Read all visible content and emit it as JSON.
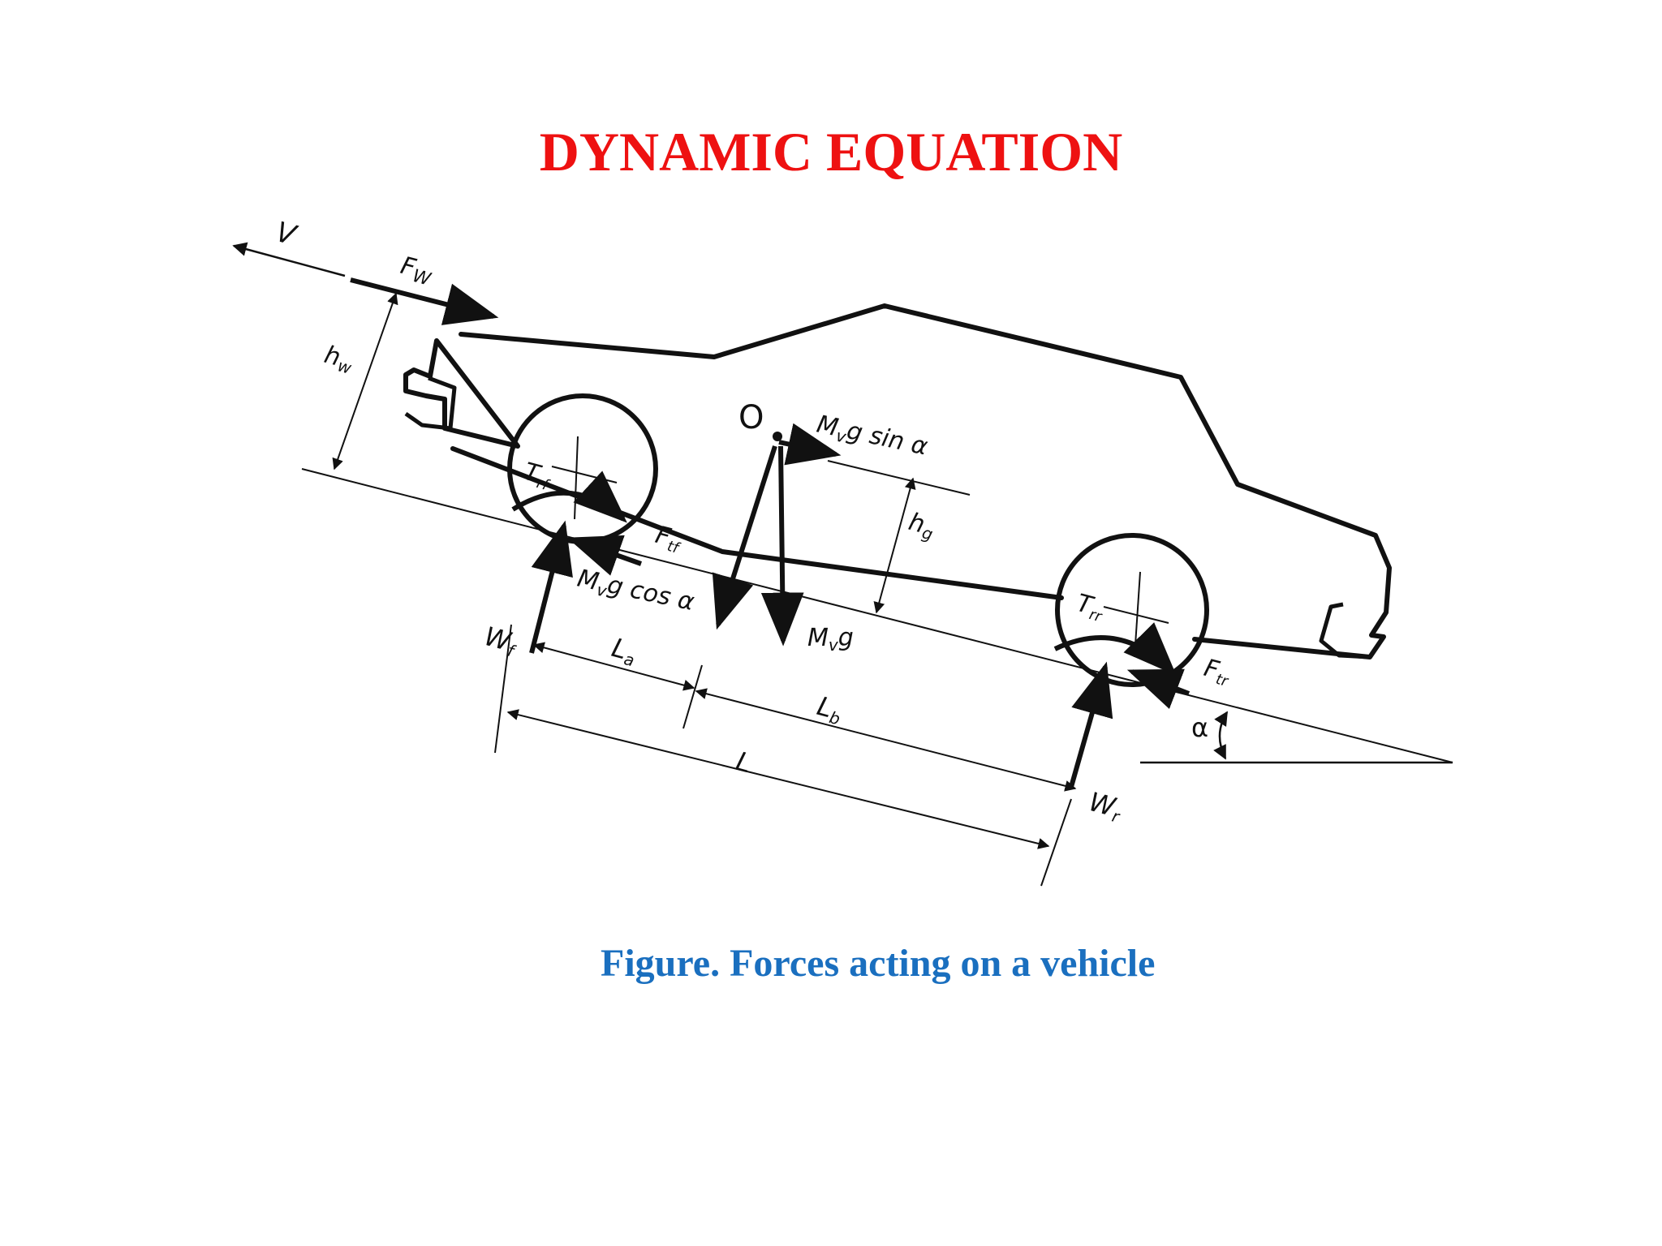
{
  "title": "DYNAMIC EQUATION",
  "caption": "Figure. Forces acting on a vehicle",
  "labels": {
    "v": "V",
    "fw": "F",
    "fw_sub": "W",
    "hw": "h",
    "hw_sub": "w",
    "o": "O",
    "mvg_sin": "M",
    "mvg_sin_rest": "g sin α",
    "hg": "h",
    "hg_sub": "g",
    "trf": "T",
    "trf_sub": "rf",
    "ftf": "F",
    "ftf_sub": "tf",
    "mvg_cos": "M",
    "mvg_cos_rest": "g cos α",
    "mvg": "M",
    "mvg_rest": "g",
    "v_sub": "v",
    "wf": "W",
    "wf_sub": "f",
    "la": "L",
    "la_sub": "a",
    "lb": "L",
    "lb_sub": "b",
    "l": "L",
    "trr": "T",
    "trr_sub": "rr",
    "ftr": "F",
    "ftr_sub": "tr",
    "alpha": "α",
    "wr": "W",
    "wr_sub": "r"
  }
}
